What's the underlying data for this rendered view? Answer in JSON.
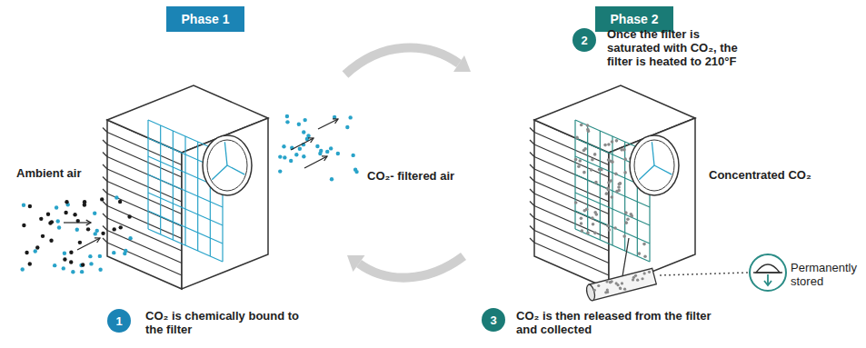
{
  "diagram": {
    "nodes": [
      {
        "text": [
          "Phase 1"
        ]
      },
      {
        "text": [
          "Phase 2"
        ]
      },
      {
        "text": [
          "2"
        ]
      },
      {
        "text": [
          "1"
        ]
      },
      {
        "text": [
          "3"
        ]
      }
    ],
    "labels": [
      "Once the filter is saturated with CO₂, the filter is heated to 210°F",
      "Ambient air",
      "CO₂- filtered air",
      "Concentrated CO₂",
      "Permanently stored",
      "CO₂ is chemically bound to the filter",
      "CO₂ is then released from the filter and collected"
    ]
  }
}
